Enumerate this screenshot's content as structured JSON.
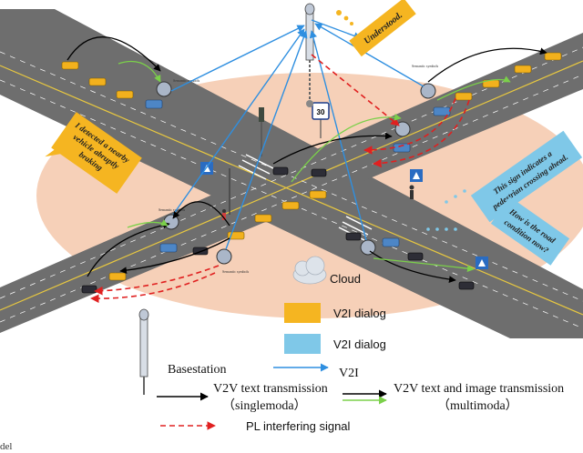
{
  "bubbles": {
    "understood": "Understood.",
    "braking": [
      "I detected a nearby",
      "vehicle abruptly",
      "braking"
    ],
    "sign": [
      "This sign indicates a",
      "pedestrian crossing ahead."
    ],
    "road": [
      "How is the road",
      "condition now?"
    ]
  },
  "speed_sign": "30",
  "semantic_label": "Semantic symbols",
  "legend": {
    "cloud": "Cloud",
    "v2i_dialog_yellow": "V2I dialog",
    "v2i_dialog_blue": "V2I dialog",
    "basestation": "Basestation",
    "v2i": "V2I",
    "v2v_text": "V2V text transmission",
    "v2v_text_mode": "（singlemoda）",
    "v2v_text_image": "V2V text and image transmission",
    "v2v_text_image_mode": "（multimoda）",
    "pl_interfering": "PL interfering signal"
  },
  "caption_fragment": "del",
  "colors": {
    "road": "#6e6e6e",
    "ground": "#f6d0b8",
    "yellow_bubble": "#f5b521",
    "blue_bubble": "#7fc8e8",
    "v2i_arrow": "#2f8fe0",
    "interference": "#e02020",
    "multimodal": "#7bd04a"
  }
}
